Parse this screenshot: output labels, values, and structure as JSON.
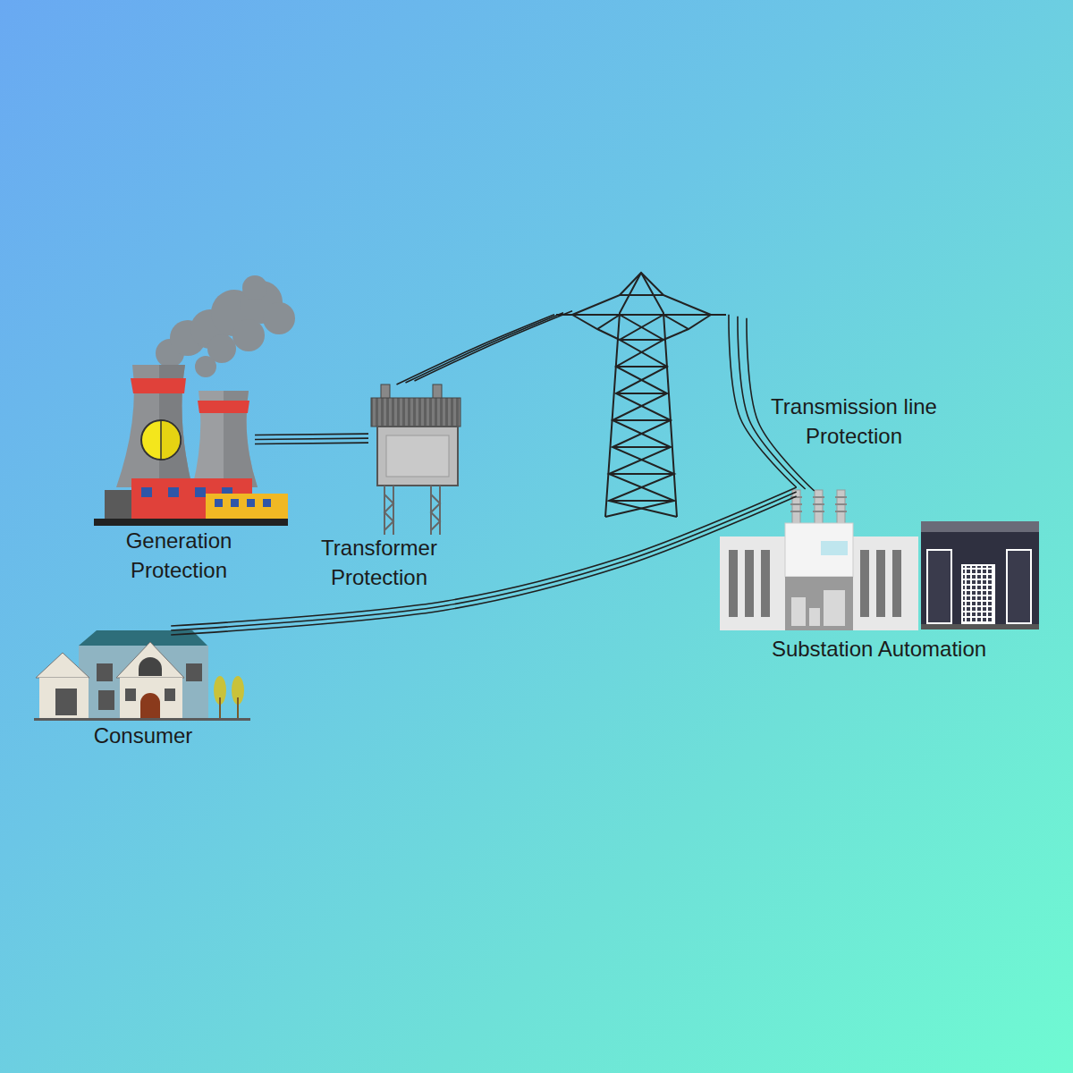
{
  "diagram": {
    "nodes": [
      {
        "text": [
          "Generation Protection"
        ]
      },
      {
        "text": [
          "Transformer Protection"
        ]
      },
      {
        "text": [
          "Transmission line Protection"
        ]
      },
      {
        "text": [
          "Substation Automation"
        ]
      },
      {
        "text": [
          "Consumer"
        ]
      }
    ],
    "edges": [
      {
        "from": 0,
        "to": 1,
        "arrow": "none"
      },
      {
        "from": 1,
        "to": 2,
        "arrow": "none"
      },
      {
        "from": 2,
        "to": 3,
        "arrow": "none"
      },
      {
        "from": 3,
        "to": 4,
        "arrow": "none"
      }
    ]
  }
}
